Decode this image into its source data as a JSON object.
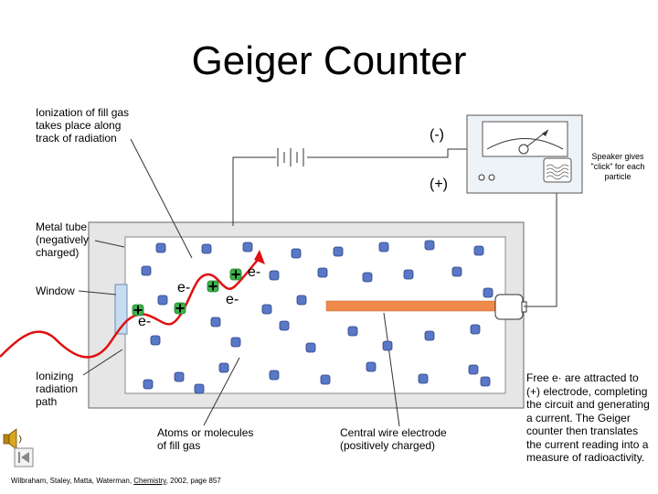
{
  "title": "Geiger Counter",
  "labels": {
    "ionization": "Ionization of fill gas\ntakes place along\ntrack of radiation",
    "metal_tube": "Metal tube\n(negatively\ncharged)",
    "window": "Window",
    "ionizing_path": "Ionizing\nradiation\npath",
    "atoms": "Atoms or molecules\nof fill gas",
    "central_wire": "Central wire electrode\n(positively charged)",
    "free_electrons": "Free e· are attracted to\n(+) electrode, completing\nthe circuit and generating\na current.  The Geiger\ncounter then translates\nthe current reading into a\nmeasure of radioactivity.",
    "speaker": "Speaker gives\n\"click\" for\neach particle",
    "negative_terminal": "(-)",
    "positive_terminal": "(+)"
  },
  "particles": {
    "electron": "e-",
    "plus": "+"
  },
  "citation": {
    "prefix": "Wilbraham, Staley, Matta, Waterman, ",
    "book": "Chemistry",
    "suffix": ", 2002, page 857"
  },
  "colors": {
    "tube_fill": "#e6e6e6",
    "tube_interior": "#ffffff",
    "gas_atom": "#5a78c8",
    "radiation_path": "#e01010",
    "ion_fill": "#39b54a",
    "wire_electrode": "#f08a4b",
    "window": "#c6dcf2"
  },
  "icons": [
    "speaker-icon",
    "media-control-icon"
  ]
}
